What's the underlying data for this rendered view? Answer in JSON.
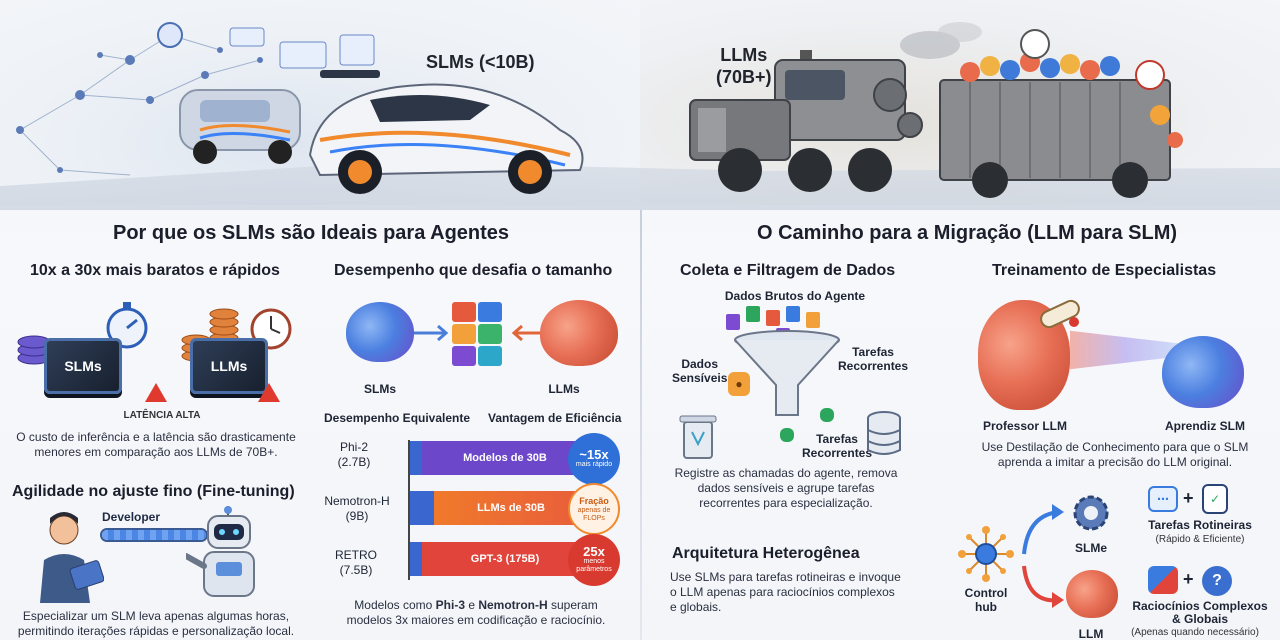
{
  "hero": {
    "slm_label": "SLMs (<10B)",
    "llm_label_line1": "LLMs",
    "llm_label_line2": "(70B+)"
  },
  "left": {
    "title": "Por que os SLMs são Ideais para Agentes",
    "cost": {
      "heading": "10x a 30x mais baratos e rápidos",
      "chip_slm": "SLMs",
      "chip_llm": "LLMs",
      "latency_label": "LATÊNCIA ALTA",
      "text_line1": "O custo de inferência e a latência são drasticamente",
      "text_line2": "menores em comparação aos LLMs de 70B+."
    },
    "performance": {
      "heading": "Desempenho que desafia o tamanho",
      "brain_slm": "SLMs",
      "brain_llm": "LLMs",
      "col_equiv": "Desempenho Equivalente",
      "col_eff": "Vantagem de Eficiência",
      "rows": [
        {
          "model": "Phi-2",
          "size": "(2.7B)",
          "bar_label": "Modelos de 30B",
          "bubble_big": "~15x",
          "bubble_small": "mais rápido"
        },
        {
          "model": "Nemotron-H",
          "size": "(9B)",
          "bar_label": "LLMs de 30B",
          "bubble_big": "Fração",
          "bubble_small": "apenas de FLOPs"
        },
        {
          "model": "RETRO",
          "size": "(7.5B)",
          "bar_label": "GPT-3 (175B)",
          "bubble_big": "25x",
          "bubble_small": "menos parâmetros"
        }
      ],
      "caption_pre": "Modelos como ",
      "caption_b1": "Phi-3",
      "caption_mid": " e ",
      "caption_b2": "Nemotron-H",
      "caption_post": " superam",
      "caption_line2": "modelos 3x maiores em codificação e raciocínio."
    },
    "agility": {
      "heading": "Agilidade no ajuste fino (Fine-tuning)",
      "developer_label": "Developer",
      "text_line1": "Especializar um SLM leva apenas algumas horas,",
      "text_line2": "permitindo iterações rápidas e personalização local."
    }
  },
  "right": {
    "title": "O Caminho para a Migração (LLM para SLM)",
    "collect": {
      "heading": "Coleta e Filtragem de Dados",
      "raw_data": "Dados Brutos do Agente",
      "sensitive_line1": "Dados",
      "sensitive_line2": "Sensíveis",
      "recurring_line1": "Tarefas",
      "recurring_line2": "Recorrentes",
      "tasks_line1": "Tarefas",
      "tasks_line2": "Recorrentes",
      "text_line1": "Registre as chamadas do agente, remova",
      "text_line2": "dados sensíveis e agrupe tarefas",
      "text_line3": "recorrentes para especialização."
    },
    "training": {
      "heading": "Treinamento de Especialistas",
      "teacher": "Professor LLM",
      "student": "Aprendiz SLM",
      "text_line1": "Use Destilação de Conhecimento para que o SLM",
      "text_line2": "aprenda a imitar a precisão do LLM original."
    },
    "architecture": {
      "heading": "Arquitetura Heterogênea",
      "text_line1": "Use SLMs para tarefas rotineiras e invoque",
      "text_line2": "o LLM apenas para raciocínios complexos",
      "text_line3": "e globais.",
      "hub_line1": "Control",
      "hub_line2": "hub",
      "slm_label": "SLMe",
      "llm_label": "LLM",
      "routine_title": "Tarefas Rotineiras",
      "routine_sub": "(Rápido & Eficiente)",
      "complex_title_line1": "Raciocínios Complexos",
      "complex_title_line2": "& Globais",
      "complex_sub": "(Apenas quando necessário)"
    }
  },
  "colors": {
    "bar_purple": "#6c47c9",
    "bar_orange": "#f07a2b",
    "bar_red": "#e0443a",
    "bubble_blue": "#2e6fd8",
    "bubble_orange": "#f08a2c",
    "bubble_red": "#d93a2f",
    "warning_red": "#e03a2e"
  }
}
